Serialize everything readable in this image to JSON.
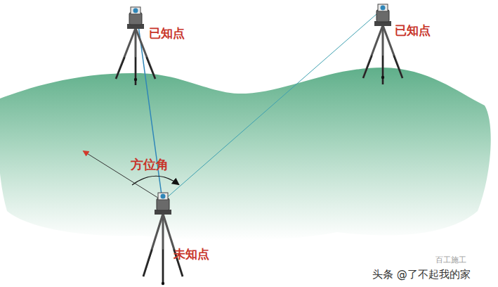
{
  "diagram": {
    "labels": [
      "已知点",
      "已知点",
      "方位角",
      "未知点",
      "头条 @了不起我的家",
      "百工施工"
    ]
  }
}
